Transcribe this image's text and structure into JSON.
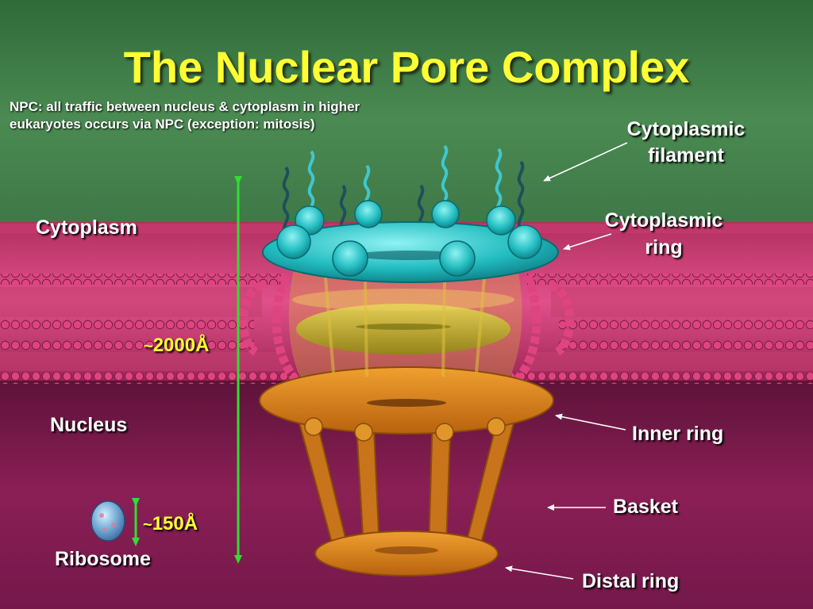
{
  "title": "The Nuclear Pore Complex",
  "intro": {
    "line1": "NPC: all traffic between nucleus & cytoplasm in higher",
    "line2": "eukaryotes occurs via NPC (exception: mitosis)"
  },
  "labels": {
    "cytoplasm": "Cytoplasm",
    "nucleus": "Nucleus",
    "ribosome": "Ribosome",
    "cytoplasmic_filament_line1": "Cytoplasmic",
    "cytoplasmic_filament_line2": "filament",
    "cytoplasmic_ring_line1": "Cytoplasmic",
    "cytoplasmic_ring_line2": "ring",
    "inner_ring": "Inner ring",
    "basket": "Basket",
    "distal_ring": "Distal ring"
  },
  "measurements": {
    "npc_height_tilde": "~",
    "npc_height": "2000Å",
    "ribosome_size_tilde": "~",
    "ribosome_size": "150Å"
  },
  "colors": {
    "title": "#ffff33",
    "cytoplasm_bg": "#3f7d46",
    "membrane": "#c8326e",
    "nucleus_bg": "#7e1a4a",
    "cytoplasmic_ring": "#2ec9c9",
    "inner_ring": "#e08a1c",
    "middle_ring": "#c8c227",
    "measure_arrow": "#33dd33"
  }
}
